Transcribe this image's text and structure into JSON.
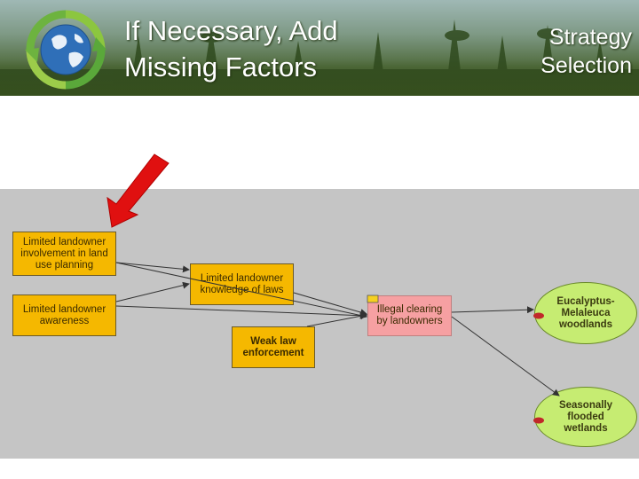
{
  "slide": {
    "title_line1": "If Necessary, Add",
    "title_line2": "Missing Factors",
    "section_line1": "Strategy",
    "section_line2": "Selection"
  },
  "diagram": {
    "factors": {
      "involvement": "Limited landowner\ninvolvement in land\nuse planning",
      "awareness": "Limited landowner\nawareness",
      "knowledge": "Limited landowner\nknowledge of laws",
      "enforcement": "Weak law\nenforcement"
    },
    "threat": "Illegal clearing\nby landowners",
    "targets": {
      "woodlands": "Eucalyptus-\nMelaleuca\nwoodlands",
      "wetlands": "Seasonally\nflooded\nwetlands"
    }
  },
  "colors": {
    "factor": "#f5b800",
    "threat": "#f6a0a2",
    "target": "#c6ec72",
    "pointer_arrow": "#e01010"
  }
}
